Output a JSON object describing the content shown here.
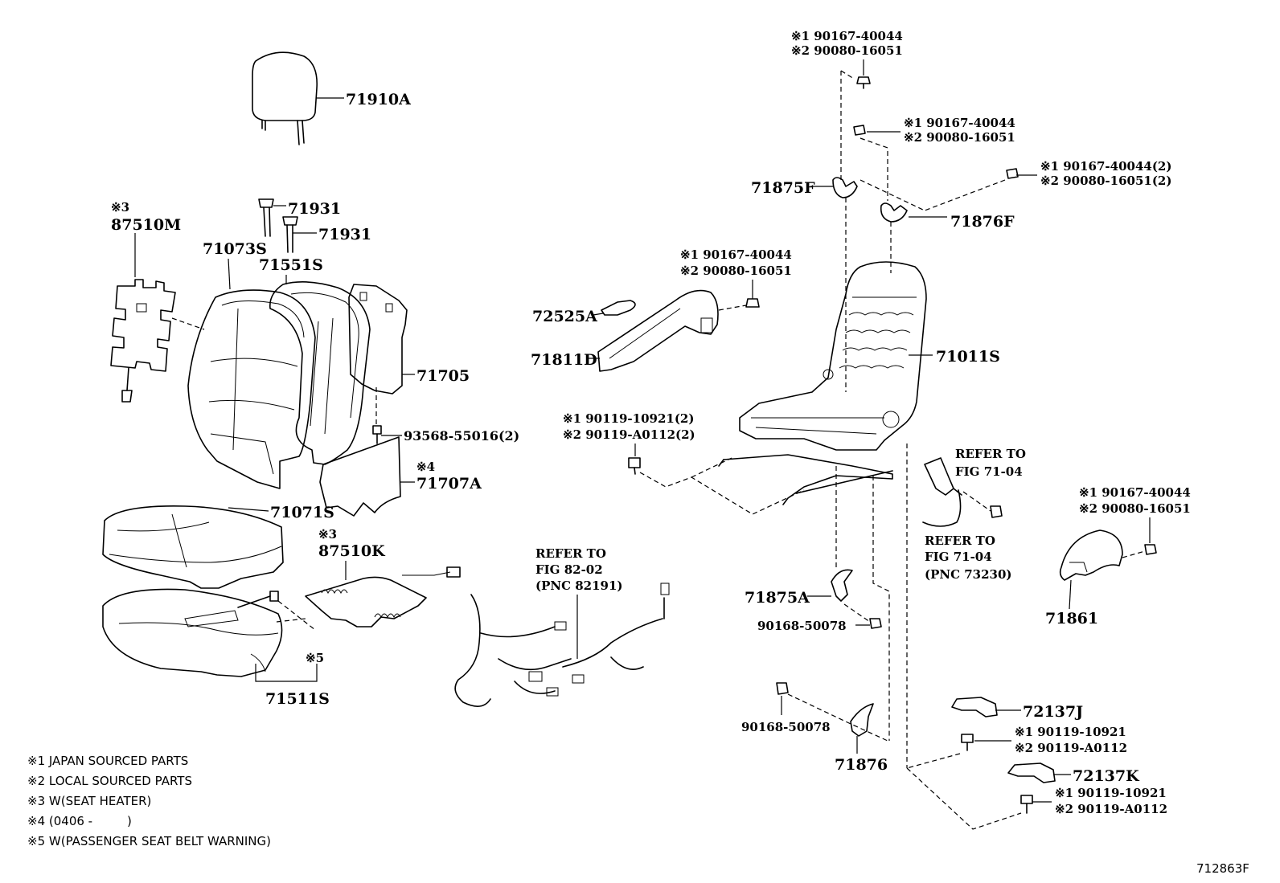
{
  "labels": {
    "headrest": "71910A",
    "heater_back_mark": "※3",
    "heater_back": "87510M",
    "holder_1": "71931",
    "holder_2": "71931",
    "back_cover": "71073S",
    "back_pad": "71551S",
    "back_board": "71705",
    "fastener": "93568-55016(2)",
    "board_mark": "※4",
    "board": "71707A",
    "cushion_cover": "71071S",
    "heater_cush_mark": "※3",
    "heater_cush": "87510K",
    "sensor_mark": "※5",
    "cushion_pad": "71511S",
    "ref_wire_1": "REFER TO",
    "ref_wire_2": "FIG 82-02",
    "ref_wire_3": "(PNC 82191)",
    "bolt_top_1": "※1 90167-40044",
    "bolt_top_2": "※2 90080-16051",
    "bolt_b_1": "※1 90167-40044",
    "bolt_b_2": "※2 90080-16051",
    "bolt_c_1": "※1 90167-40044(2)",
    "bolt_c_2": "※2 90080-16051(2)",
    "hinge_f": "71875F",
    "hinge_r": "71876F",
    "shield_bolt_1": "※1 90167-40044",
    "shield_bolt_2": "※2 90080-16051",
    "cover_a": "72525A",
    "shield": "71811D",
    "frame": "71011S",
    "track_bolt_1": "※1 90119-10921(2)",
    "track_bolt_2": "※2 90119-A0112(2)",
    "ref_belt_1_1": "REFER TO",
    "ref_belt_1_2": "FIG 71-04",
    "ref_belt_2_1": "REFER TO",
    "ref_belt_2_2": "FIG 71-04",
    "ref_belt_2_3": "(PNC 73230)",
    "hinge_a": "71875A",
    "screw_1": "90168-50078",
    "screw_2": "90168-50078",
    "hinge_b": "71876",
    "knob_bolt_1": "※1 90167-40044",
    "knob_bolt_2": "※2 90080-16051",
    "knob": "71861",
    "cover_j": "72137J",
    "cover_j_bolt_1": "※1 90119-10921",
    "cover_j_bolt_2": "※2 90119-A0112",
    "cover_k": "72137K",
    "cover_k_bolt_1": "※1 90119-10921",
    "cover_k_bolt_2": "※2 90119-A0112",
    "diagram_code": "712863F"
  },
  "legend": [
    "※1 JAPAN SOURCED PARTS",
    "※2 LOCAL SOURCED PARTS",
    "※3 W(SEAT HEATER)",
    "※4 (0406 -         )",
    "※5 W(PASSENGER SEAT BELT WARNING)"
  ]
}
